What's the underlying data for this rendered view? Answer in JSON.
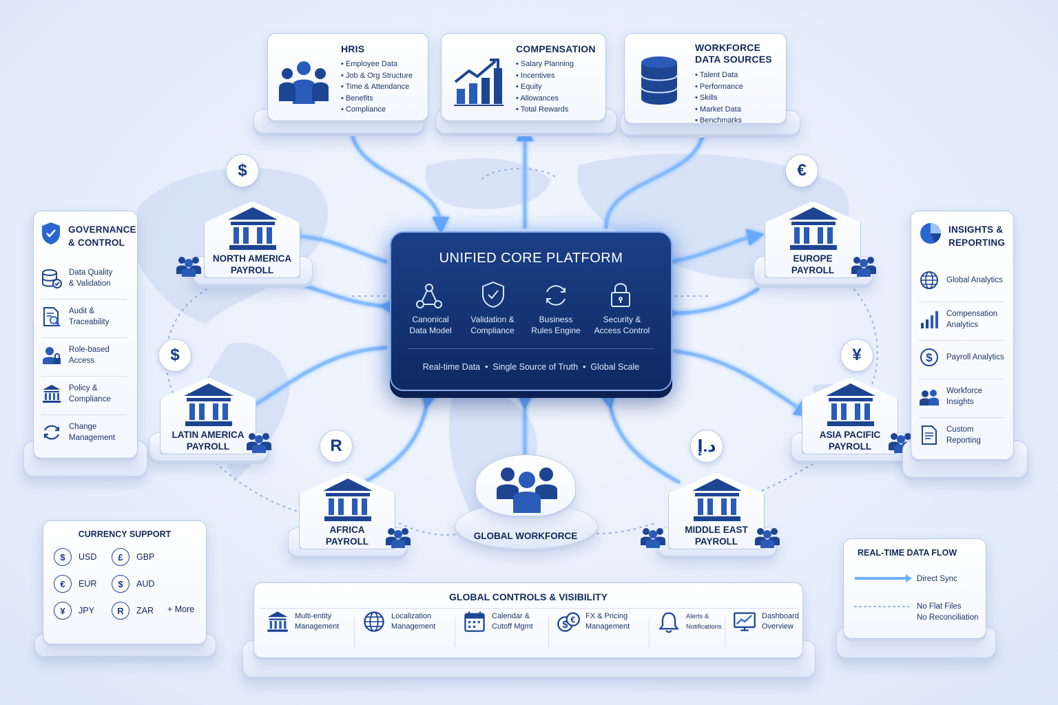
{
  "sources": {
    "hris": {
      "title": "HRIS",
      "items": [
        "Employee Data",
        "Job & Org Structure",
        "Time & Attendance",
        "Benefits",
        "Compliance"
      ]
    },
    "compensation": {
      "title": "COMPENSATION",
      "items": [
        "Salary Planning",
        "Incentives",
        "Equity",
        "Allowances",
        "Total Rewards"
      ]
    },
    "workforce": {
      "title_line1": "WORKFORCE",
      "title_line2": "DATA SOURCES",
      "items": [
        "Talent Data",
        "Performance",
        "Skills",
        "Market Data",
        "Benchmarks"
      ]
    }
  },
  "core": {
    "title": "UNIFIED CORE PLATFORM",
    "items": [
      {
        "line1": "Canonical",
        "line2": "Data Model"
      },
      {
        "line1": "Validation &",
        "line2": "Compliance"
      },
      {
        "line1": "Business",
        "line2": "Rules Engine"
      },
      {
        "line1": "Security &",
        "line2": "Access Control"
      }
    ],
    "footer": "Real-time Data  •  Single Source of Truth  •  Global Scale"
  },
  "payroll_nodes": {
    "north_america": {
      "line1": "NORTH AMERICA",
      "line2": "PAYROLL",
      "currency": "$"
    },
    "europe": {
      "line1": "EUROPE",
      "line2": "PAYROLL",
      "currency": "€"
    },
    "latin_america": {
      "line1": "LATIN AMERICA",
      "line2": "PAYROLL",
      "currency": "$"
    },
    "asia_pacific": {
      "line1": "ASIA PACIFIC",
      "line2": "PAYROLL",
      "currency": "¥"
    },
    "africa": {
      "line1": "AFRICA",
      "line2": "PAYROLL",
      "currency": "R"
    },
    "middle_east": {
      "line1": "MIDDLE EAST",
      "line2": "PAYROLL",
      "currency": "د.إ"
    }
  },
  "global_workforce": {
    "label": "GLOBAL WORKFORCE"
  },
  "governance": {
    "title_line1": "GOVERNANCE",
    "title_line2": "& CONTROL",
    "items": [
      {
        "line1": "Data Quality",
        "line2": "& Validation",
        "icon": "database-check-icon"
      },
      {
        "line1": "Audit &",
        "line2": "Traceability",
        "icon": "document-search-icon"
      },
      {
        "line1": "Role-based",
        "line2": "Access",
        "icon": "user-lock-icon"
      },
      {
        "line1": "Policy &",
        "line2": "Compliance",
        "icon": "bank-icon"
      },
      {
        "line1": "Change",
        "line2": "Management",
        "icon": "refresh-icon"
      }
    ]
  },
  "insights": {
    "title_line1": "INSIGHTS &",
    "title_line2": "REPORTING",
    "items": [
      {
        "line1": "Global Analytics",
        "line2": "",
        "icon": "globe-icon"
      },
      {
        "line1": "Compensation",
        "line2": "Analytics",
        "icon": "bar-chart-icon"
      },
      {
        "line1": "Payroll Analytics",
        "line2": "",
        "icon": "dollar-icon"
      },
      {
        "line1": "Workforce",
        "line2": "Insights",
        "icon": "users-icon"
      },
      {
        "line1": "Custom",
        "line2": "Reporting",
        "icon": "report-icon"
      }
    ]
  },
  "currency_support": {
    "title": "CURRENCY SUPPORT",
    "items": [
      {
        "symbol": "$",
        "code": "USD"
      },
      {
        "symbol": "£",
        "code": "GBP"
      },
      {
        "symbol": "€",
        "code": "EUR"
      },
      {
        "symbol": "$",
        "code": "AUD"
      },
      {
        "symbol": "¥",
        "code": "JPY"
      },
      {
        "symbol": "R",
        "code": "ZAR"
      }
    ],
    "more": "+ More"
  },
  "global_controls": {
    "title": "GLOBAL CONTROLS & VISIBILITY",
    "items": [
      {
        "line1": "Multi-entity",
        "line2": "Management",
        "icon": "bank-icon"
      },
      {
        "line1": "Localization",
        "line2": "Management",
        "icon": "globe-icon"
      },
      {
        "line1": "Calendar &",
        "line2": "Cutoff Mgmt",
        "icon": "calendar-icon"
      },
      {
        "line1": "FX & Pricing",
        "line2": "Management",
        "icon": "currency-exchange-icon"
      },
      {
        "line1": "Alerts &",
        "line2": "Notifications",
        "icon": "bell-icon"
      },
      {
        "line1": "Dashboard",
        "line2": "Overview",
        "icon": "dashboard-icon"
      }
    ]
  },
  "legend": {
    "title": "REAL-TIME DATA FLOW",
    "direct": "Direct Sync",
    "dotted_line1": "No Flat Files",
    "dotted_line2": "No Reconciliation"
  },
  "colors": {
    "navy": "#10285a",
    "accent": "#1d4fb0",
    "flow": "#6fb0ff",
    "core": "#13336f"
  }
}
